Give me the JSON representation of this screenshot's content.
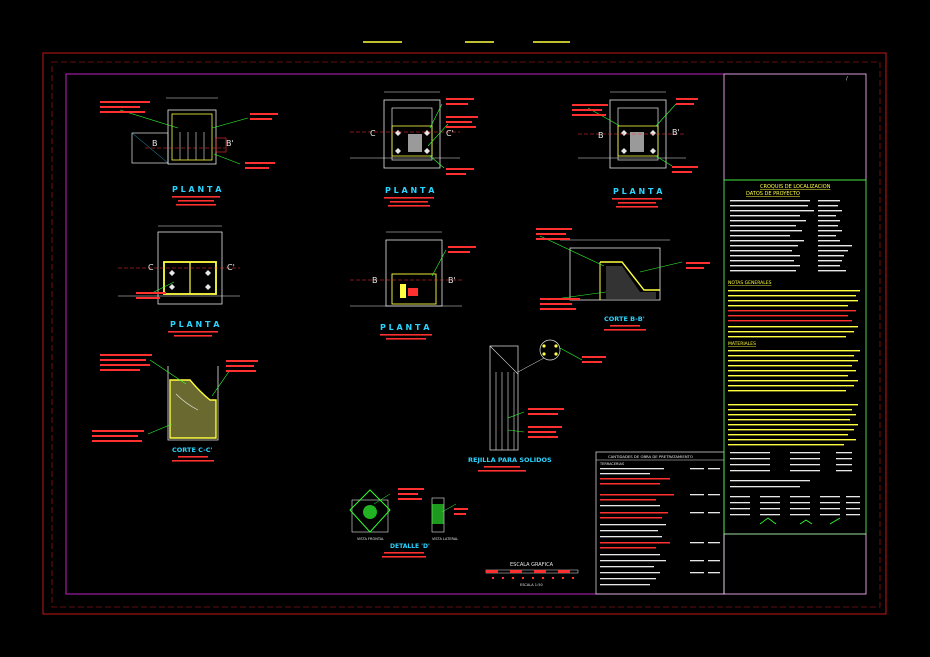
{
  "drawing": {
    "views": {
      "planta_1": {
        "title": "P L A N T A",
        "cut_b_left": "B",
        "cut_b_right": "B'"
      },
      "planta_2": {
        "title": "P L A N T A",
        "cut_left": "C",
        "cut_right": "C'"
      },
      "planta_3": {
        "title": "P L A N T A",
        "cut_left": "B",
        "cut_right": "B'"
      },
      "planta_4": {
        "title": "P L A N T A",
        "cut_left": "C",
        "cut_right": "C'"
      },
      "planta_5": {
        "title": "P L A N T A",
        "cut_left": "B",
        "cut_right": "B'"
      },
      "corte_bb": {
        "title": "CORTE B-B'"
      },
      "corte_cc": {
        "title": "CORTE C-C'"
      },
      "rejilla": {
        "title": "REJILLA PARA SOLIDOS"
      },
      "detalle": {
        "title": "DETALLE 'D'",
        "vista_frontal": "VISTA FRONTAL",
        "vista_lateral": "VISTA LATERAL"
      },
      "escala": {
        "title": "ESCALA GRAFICA",
        "scale_label": "ESCALA 1:50"
      }
    },
    "panel": {
      "croquis_title": "CROQUIS DE LOCALIZACION",
      "datos_title": "DATOS DE PROYECTO",
      "notas_title": "NOTAS GENERALES",
      "materiales_title": "MATERIALES",
      "cantidades_title": "CANTIDADES DE OBRA DE PRETRATAMIENTO",
      "terracerias": "TERRACERIAS"
    },
    "colors": {
      "background": "#000000",
      "frame_outer": "#c01818",
      "frame_magenta": "#c020c0",
      "cyan": "#2ad4ff",
      "yellow": "#ffff40",
      "red": "#ff3030",
      "green": "#30ff30"
    }
  }
}
